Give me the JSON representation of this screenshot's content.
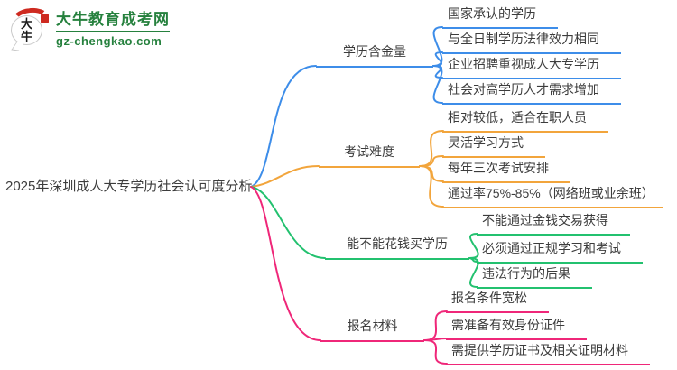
{
  "logo": {
    "icon_text": "大牛",
    "site_name": "大牛教育成考网",
    "site_url": "gz-chengkao.com",
    "green": "#26813E",
    "red": "#CE2A20"
  },
  "root": {
    "title": "2025年深圳成人大专学历社会认可度分析"
  },
  "branches": [
    {
      "label": "学历含金量",
      "color": "#3D8DE9",
      "children": [
        "国家承认的学历",
        "与全日制学历法律效力相同",
        "企业招聘重视成人大专学历",
        "社会对高学历人才需求增加"
      ]
    },
    {
      "label": "考试难度",
      "color": "#F2A53C",
      "children": [
        "相对较低，适合在职人员",
        "灵活学习方式",
        "每年三次考试安排",
        "通过率75%-85%（网络班或业余班）"
      ]
    },
    {
      "label": "能不能花钱买学历",
      "color": "#23C16F",
      "children": [
        "不能通过金钱交易获得",
        "必须通过正规学习和考试",
        "违法行为的后果"
      ]
    },
    {
      "label": "报名材料",
      "color": "#EF2779",
      "children": [
        "报名条件宽松",
        "需准备有效身份证件",
        "需提供学历证书及相关证明材料"
      ]
    }
  ]
}
